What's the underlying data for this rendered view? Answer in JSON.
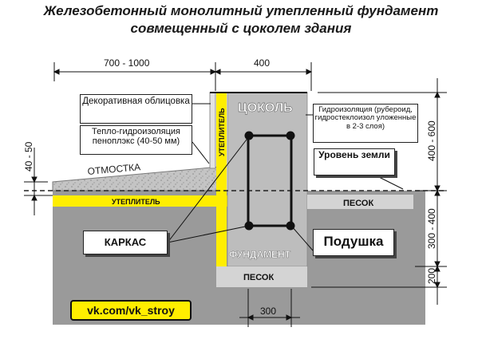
{
  "title": {
    "line1": "Железобетонный монолитный утепленный фундамент",
    "line2": "совмещенный с цоколем здания"
  },
  "dimensions": {
    "top_left": "700 - 1000",
    "top_right": "400",
    "left": "40 - 50",
    "right_top": "400 - 600",
    "right_mid": "300 - 400",
    "right_bottom": "200",
    "bottom": "300"
  },
  "labels": {
    "facing": "Декоративная облицовка",
    "thermal": "Тепло-гидроизоляция пеноплэкс (40-50 мм)",
    "waterproof": "Гидроизоляция (рубероид, гидростеклоизол уложенные в 2-3 слоя)",
    "ground_level": "Уровень земли",
    "frame": "КАРКАС",
    "cushion": "Подушка",
    "source": "vk.com/vk_stroy"
  },
  "diagram_text": {
    "plinth": "ЦОКОЛЬ",
    "foundation": "ФУНДАМЕНТ",
    "blind_area": "ОТМОСТКА",
    "insulation_horizontal": "УТЕПЛИТЕЛЬ",
    "insulation_vertical": "УТЕПЛИТЕЛЬ",
    "sand_right": "ПЕСОК",
    "sand_bottom": "ПЕСОК"
  },
  "colors": {
    "soil": "#9a9a9a",
    "concrete": "#bdbdbd",
    "insulation": "#ffee00",
    "sand": "#d4d4d4",
    "rebar": "#111111"
  }
}
